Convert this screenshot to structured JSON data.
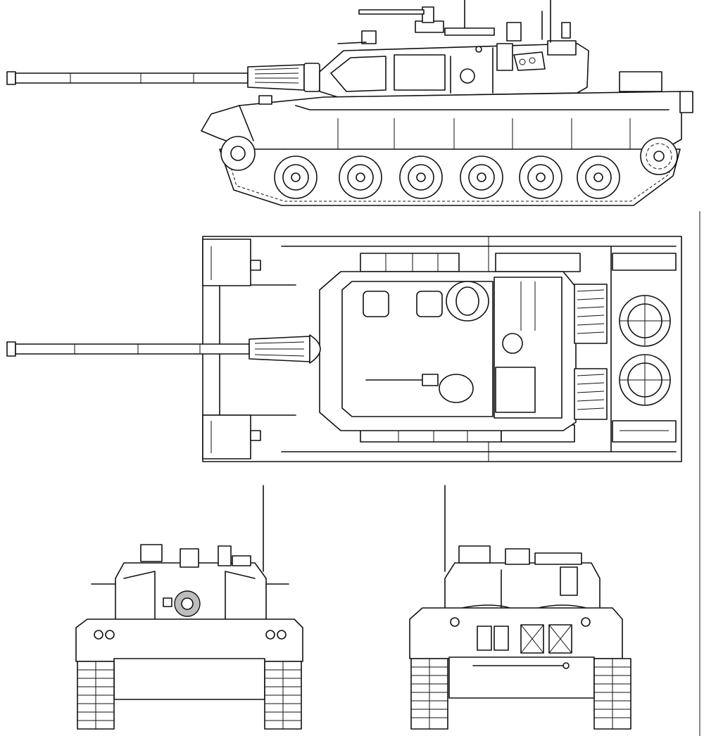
{
  "drawing": {
    "subject": "",
    "views": [
      "side",
      "top",
      "front",
      "rear"
    ]
  },
  "colors": {
    "line": "#111111",
    "paper": "#ffffff",
    "shade": "#bdbdbd"
  }
}
